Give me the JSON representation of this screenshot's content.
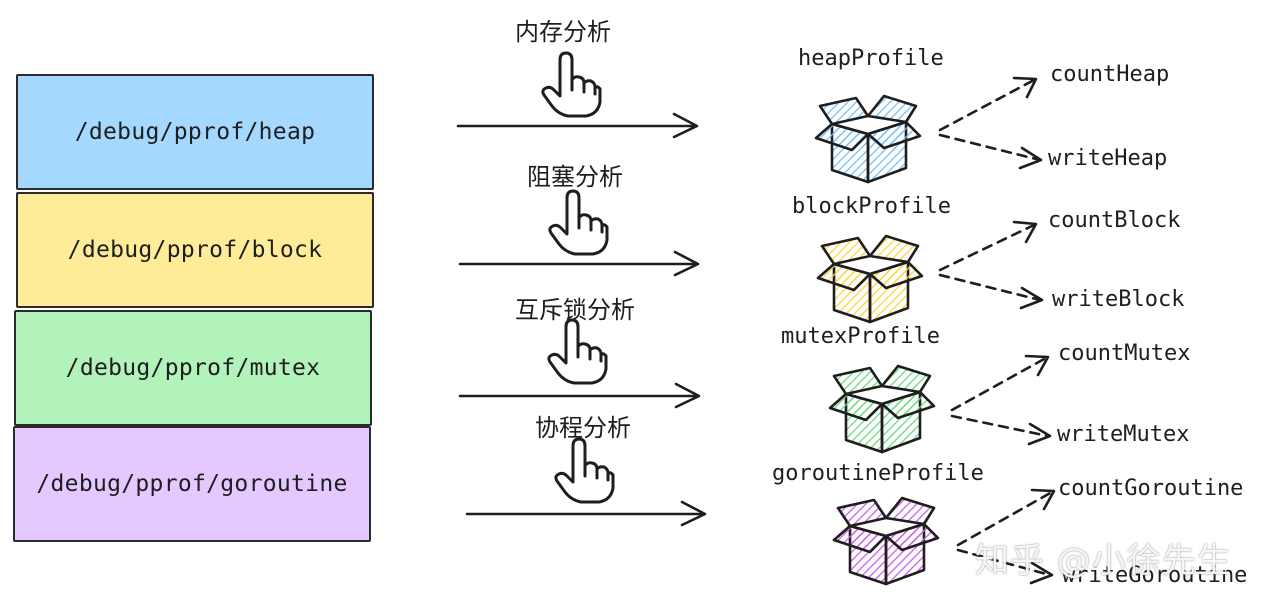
{
  "endpoints": [
    {
      "label": "/debug/pprof/heap",
      "fill": "#a5d8ff"
    },
    {
      "label": "/debug/pprof/block",
      "fill": "#ffec99"
    },
    {
      "label": "/debug/pprof/mutex",
      "fill": "#b2f2bb"
    },
    {
      "label": "/debug/pprof/goroutine",
      "fill": "#e5c8ff"
    }
  ],
  "actions": [
    {
      "label": "内存分析",
      "icon": "pointing-hand-icon"
    },
    {
      "label": "阻塞分析",
      "icon": "pointing-hand-icon"
    },
    {
      "label": "互斥锁分析",
      "icon": "pointing-hand-icon"
    },
    {
      "label": "协程分析",
      "icon": "pointing-hand-icon"
    }
  ],
  "profiles": [
    {
      "name": "heapProfile",
      "box_color": "#74c0fc",
      "count_fn": "countHeap",
      "write_fn": "writeHeap"
    },
    {
      "name": "blockProfile",
      "box_color": "#ffd43b",
      "count_fn": "countBlock",
      "write_fn": "writeBlock"
    },
    {
      "name": "mutexProfile",
      "box_color": "#69db7c",
      "count_fn": "countMutex",
      "write_fn": "writeMutex"
    },
    {
      "name": "goroutineProfile",
      "box_color": "#cc5de8",
      "count_fn": "countGoroutine",
      "write_fn": "writeGoroutine"
    }
  ],
  "watermark": "知乎 @小徐先生"
}
